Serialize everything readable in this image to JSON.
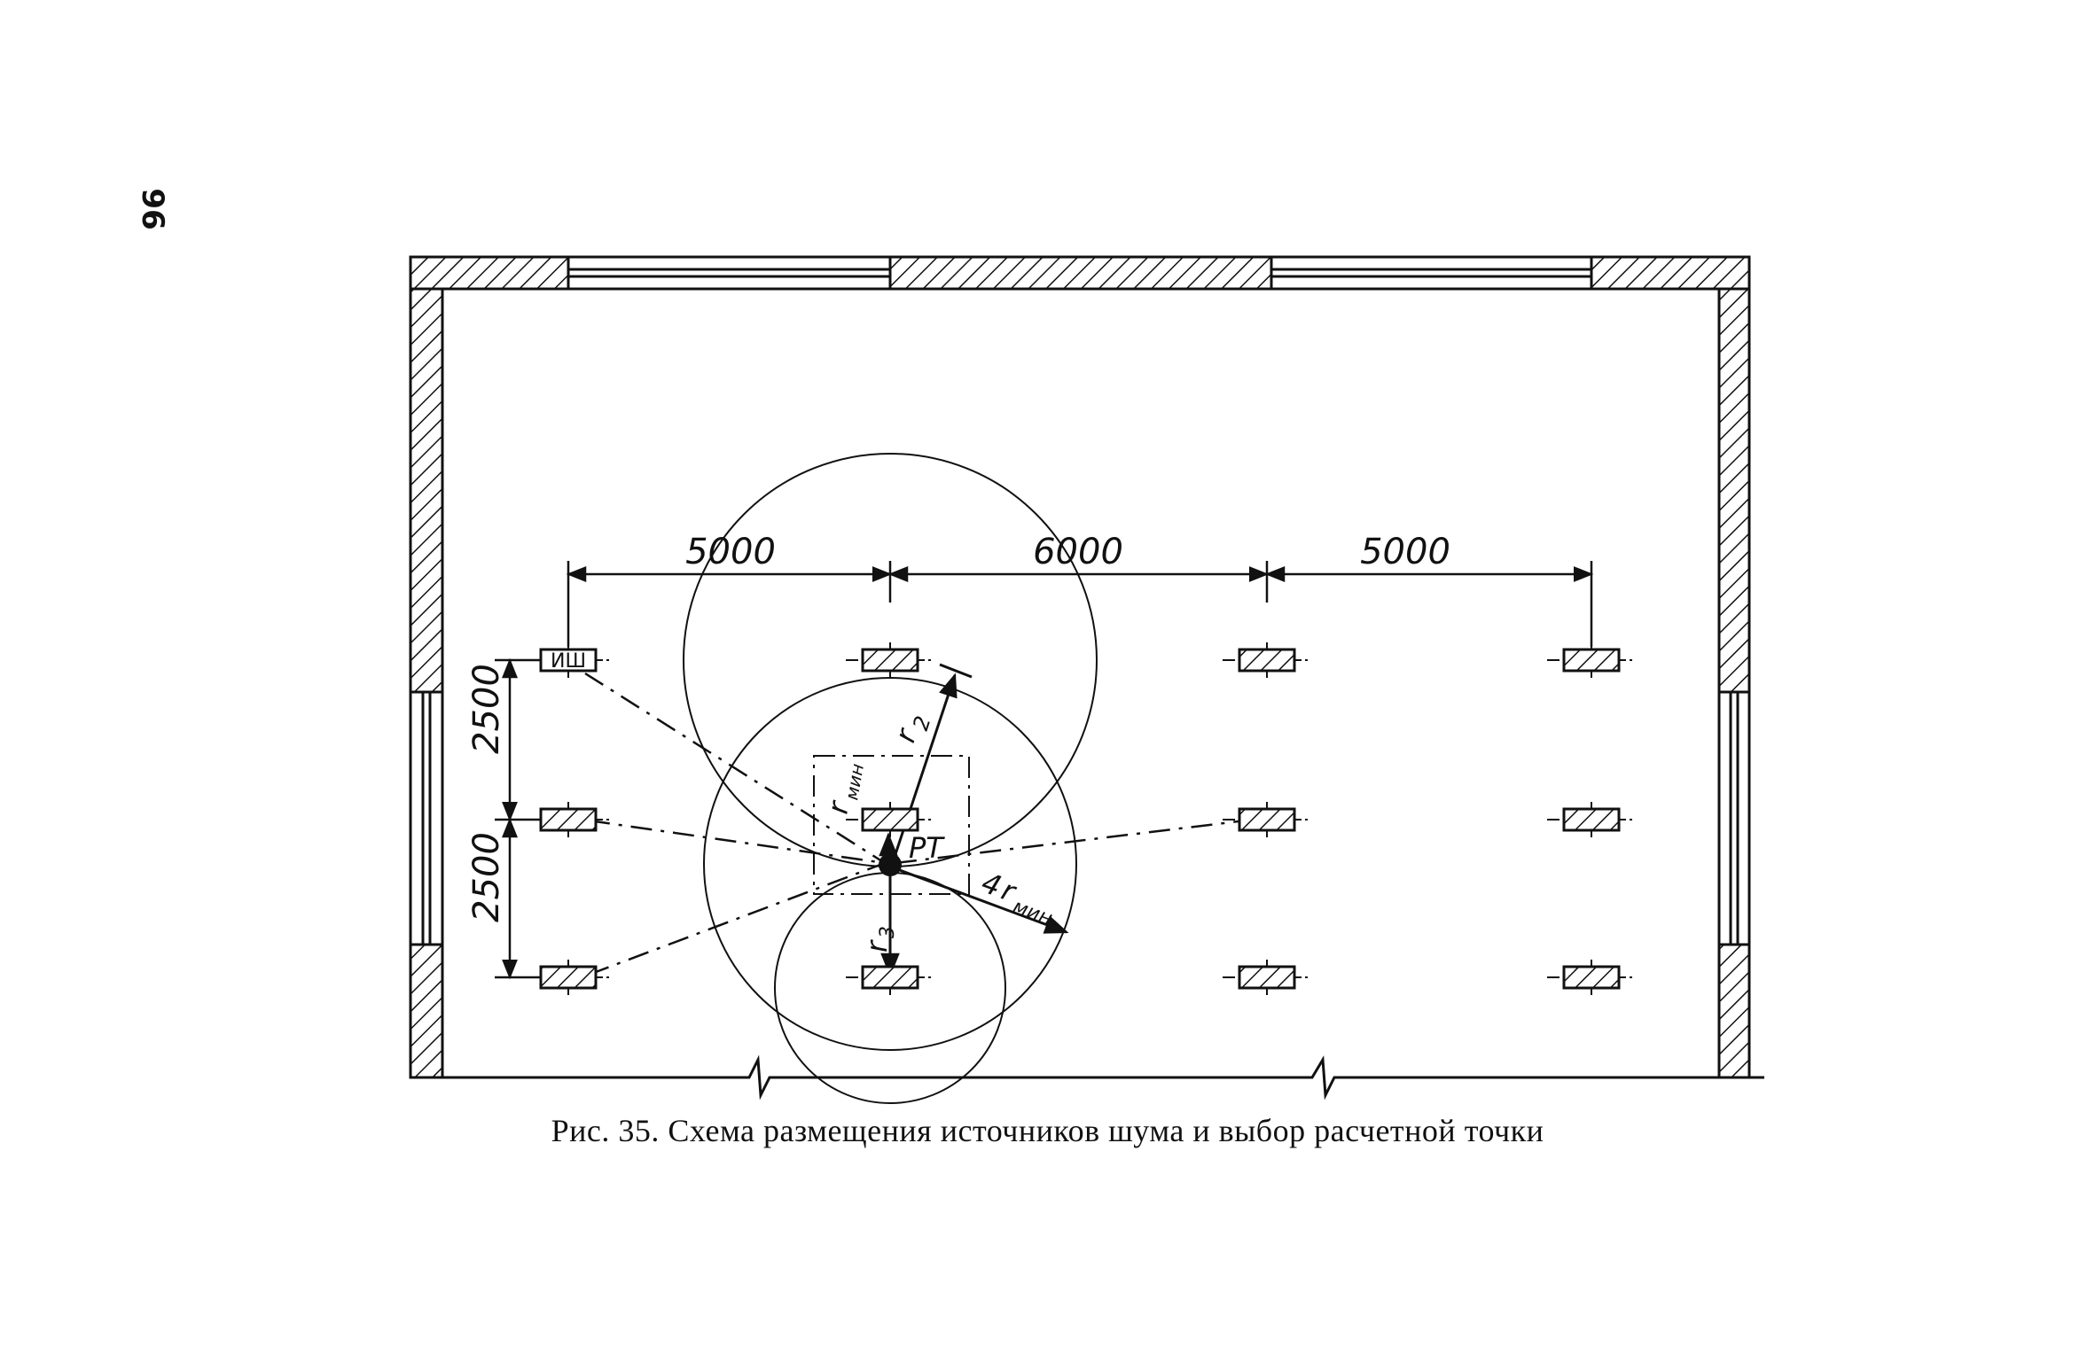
{
  "page": {
    "number": "96",
    "caption": "Рис. 35. Схема размещения источников шума и выбор расчетной точки"
  },
  "diagram": {
    "dimensions": {
      "horizontal": [
        "5000",
        "6000",
        "5000"
      ],
      "vertical": [
        "2500",
        "2500"
      ]
    },
    "labels": {
      "source": "ИШ",
      "point": "РТ",
      "r2": "r",
      "r2_sub": "2",
      "r3": "r",
      "r3_sub": "3",
      "rmin": "r",
      "rmin_sub": "мин",
      "four_rmin_prefix": "4",
      "four_rmin": "r",
      "four_rmin_sub": "мин"
    }
  }
}
